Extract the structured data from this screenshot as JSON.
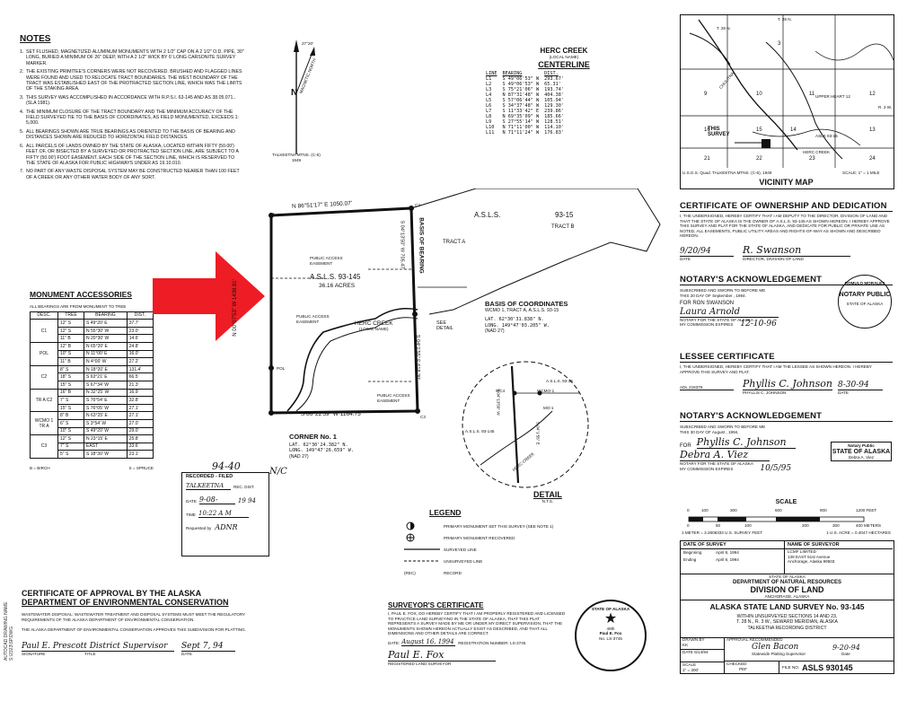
{
  "side_text": "AUTOCAD DRAWING NAME S:\\2323\\SP.DWG",
  "notes": {
    "title": "NOTES",
    "items": [
      {
        "n": "1.",
        "t": "SET FLUSHED, MAGNETIZED ALUMINUM MONUMENTS WITH 2 1/2\" CAP ON A 2 1/2\" O.D. PIPE, 30\" LONG, BURIED A MINIMUM OF 26\" DEEP, WITH A 2 1/2\" WICK BY 6' LONG CARSONITE SURVEY MARKER."
      },
      {
        "n": "2.",
        "t": "THE EXISTING PRIMITEE'S CORNERS WERE NOT RECOVERED. BRUSHED AND FLAGGED LINES WERE FOUND AND USED TO RELOCATE TRACT BOUNDARIES. THE WEST BOUNDARY OF THE TRACT WAS ESTABLISHED EAST OF THE PROTRACTED SECTION LINE, WHICH WAS THE LIMITS OF THE STAKING AREA."
      },
      {
        "n": "3.",
        "t": "THIS SURVEY WAS ACCOMPLISHED IN ACCORDANCE WITH R.P.S.I. 63-145 AND AS 38.05.071.. (SLA 1981)."
      },
      {
        "n": "4.",
        "t": "THE MINIMUM CLOSURE OF THE TRACT BOUNDARY AND THE MINIMUM ACCURACY OF THE FIELD SURVEYED TIE TO THE BASIS OF COORDINATES, AS FIELD MONUMENTED, EXCEEDS 1: 5,000."
      },
      {
        "n": "5.",
        "t": "ALL BEARINGS SHOWN ARE TRUE BEARINGS AS ORIENTED TO THE BASIS OF BEARING AND DISTANCES SHOWN ARE REDUCED TO HORIZONTAL FIELD DISTANCES."
      },
      {
        "n": "6.",
        "t": "ALL PARCELS OF LANDS OWNED BY THE STATE OF ALASKA, LOCATED WITHIN FIFTY (50.00') FEET OF, OR BISECTED BY A SURVEYED OR PROTRACTED SECTION LINE, ARE SUBJECT TO A FIFTY (50.00') FOOT EASEMENT, EACH SIDE OF THE SECTION LINE, WHICH IS RESERVED TO THE STATE OF ALASKA FOR PUBLIC HIGHWAYS UNDER AS 19.10.010."
      },
      {
        "n": "7.",
        "t": "NO PART OF ANY WASTE DISPOSAL SYSTEM MAY BE CONSTRUCTED NEARER THAN 100 FEET OF A CREEK OR ANY OTHER WATER BODY OF ANY SORT."
      }
    ]
  },
  "north": {
    "angle": "27°20'",
    "label": "MAGNETIC NORTH",
    "letter": "N",
    "source": "TALKEETNA MTNS. (C-6)",
    "year": "1949"
  },
  "centerline": {
    "title": "HERC CREEK",
    "sub": "(LOCAL NAME)",
    "heading": "CENTERLINE",
    "cols": [
      "LINE",
      "BEARING",
      "DIST."
    ],
    "rows": [
      [
        "L1",
        "S 49°06'53\" W",
        "293.67'"
      ],
      [
        "L2",
        "S 49°06'53\" W",
        "65.31'"
      ],
      [
        "L3",
        "S 75°21'06\" W",
        "193.74'"
      ],
      [
        "L4",
        "N 87°31'48\" W",
        "404.38'"
      ],
      [
        "L5",
        "S 57°06'44\" W",
        "105.94'"
      ],
      [
        "L6",
        "S 34°37'48\" W",
        "129.30'"
      ],
      [
        "L7",
        "S 11°33'42\" E",
        "239.86'"
      ],
      [
        "L8",
        "N 69°35'09\" W",
        "185.66'"
      ],
      [
        "L9",
        "S 27°55'14\" W",
        "128.51'"
      ],
      [
        "L10",
        "N 71°11'00\" W",
        "114.10'"
      ],
      [
        "L11",
        "N 71°11'24\" W",
        "176.83'"
      ]
    ]
  },
  "plat": {
    "north_line": "N 86°51'17\" E   1050.07'",
    "south_line": "S 86°22'59\" W   1164.75'",
    "west_line": "N 00°07'53\" W   1438.81'",
    "basis_label": "BASIS OF BEARING",
    "east_line_1": "S 04°13'50\" W  705.47'",
    "east_line_2": "S 04°1'55\" E  618.30'",
    "asls_main": "A.S.L.S. 93-145",
    "acres": "36.16 ACRES",
    "asls_right": "A.S.L.S.",
    "asls_right_no": "93-15",
    "tract_a": "TRACT A",
    "tract_b": "TRACT B",
    "creek": "HERC CREEK",
    "creek_sub": "(LOCAL NAME)",
    "easement1": "PUBLIC ACCESS EASEMENT",
    "easement2": "PUBLIC ACCESS EASEMENT",
    "easement3": "PUBLIC ACCESS EASEMENT",
    "see_detail": "SEE DETAIL",
    "pol": "POL",
    "c1": "C1",
    "c2": "C2",
    "c3": "C3"
  },
  "basis_coords": {
    "title": "BASIS OF COORDINATES",
    "line1": "WCMO 1, TRACT A, A.S.L.S. 93-15",
    "lat": "LAT.    62°30'31.838\" N.",
    "long": "LONG. 149°47'03.205\" W.",
    "nad": "(NAD 27)"
  },
  "corner": {
    "title": "CORNER No. 1",
    "lat": "LAT.      62°30'24.382\" N.",
    "long": "LONG. 149°47'26.659\" W.",
    "nad": "(NAD 27)"
  },
  "detail": {
    "title": "DETAIL",
    "nts": "N.T.S.",
    "asls": "A.S.L.S. 93-145",
    "asls2": "A.S.L.S. 93-15",
    "wcmo": "WCMO-1",
    "wc": "WC4",
    "mo": "MO-1",
    "creek": "HERC CREEK",
    "b1": "S 04°13'50\" W",
    "b2": "S 04°1'55\" E"
  },
  "monument": {
    "title": "MONUMENT ACCESSORIES",
    "sub": "ALL BEARINGS ARE FROM MONUMENT TO TREE",
    "cols": [
      "DESC.",
      "TREE",
      "BEARING",
      "DIST."
    ],
    "groups": [
      {
        "label": "C1",
        "rows": [
          [
            "12\" S",
            "S 49°20' E",
            "37.7'"
          ],
          [
            "12\" S",
            "N 55°30' W",
            "23.0'"
          ],
          [
            "11\" B",
            "N 20°30' W",
            "14.6'"
          ]
        ]
      },
      {
        "label": "POL",
        "rows": [
          [
            "12\" B",
            "N 65°20' E",
            "24.8'"
          ],
          [
            "10\" S",
            "N 11°00' E",
            "16.0'"
          ],
          [
            "11\" B",
            "N 4°00' W",
            "27.2'"
          ]
        ]
      },
      {
        "label": "C2",
        "rows": [
          [
            "8\" S",
            "N 18°20' E",
            "131.4'"
          ],
          [
            "18\" S",
            "S 63°21' E",
            "66.5'"
          ],
          [
            "15\" S",
            "S 67°34' W",
            "21.3'"
          ]
        ]
      },
      {
        "label": "TR A C2",
        "rows": [
          [
            "16\" B",
            "N 32°25' W",
            "16.9'"
          ],
          [
            "7\" S",
            "S 76°54' E",
            "32.8'"
          ],
          [
            "15\" S",
            "S 76°05' W",
            "27.1'"
          ]
        ]
      },
      {
        "label": "WCMO 1 TR A",
        "rows": [
          [
            "8\" B",
            "N 63°25' E",
            "27.1'"
          ],
          [
            "6\" S",
            "S 3°54' W",
            "27.0'"
          ],
          [
            "10\" S",
            "S 49°20' W",
            "29.0'"
          ]
        ]
      },
      {
        "label": "C3",
        "rows": [
          [
            "12\" S",
            "N 23°15' E",
            "25.8'"
          ],
          [
            "7\" S",
            "EAST",
            "33.6'"
          ],
          [
            "5\" S",
            "S 18°30' W",
            "23.1'"
          ]
        ]
      }
    ],
    "legend_b": "B = BIRCH",
    "legend_s": "S = SPRUCE"
  },
  "recorded": {
    "title": "RECORDED - FILED",
    "district": "TALKEETNA",
    "rec_dist": "REC. DIST.",
    "date_label": "DATE",
    "date_val": "9-08-",
    "year": "19 94",
    "time_label": "TIME",
    "time_val": "10:22 A M",
    "req_label": "Requested by",
    "req_val": "ADNR",
    "no": "94-40",
    "nc": "N/C"
  },
  "legend": {
    "title": "LEGEND",
    "items": [
      "PRIMARY MONUMENT SET THIS SURVEY (SEE NOTE 1)",
      "PRIMARY MONUMENT RECOVERED",
      "SURVEYED LINE",
      "UNSURVEYED LINE",
      "RECORD"
    ],
    "rec": "(REC)"
  },
  "dec": {
    "title1": "CERTIFICATE OF APPROVAL BY THE ALASKA",
    "title2": "DEPARTMENT OF ENVIRONMENTAL CONSERVATION",
    "body1": "WASTEWATER DISPOSAL: WASTEWATER TREATMENT AND DISPOSAL SYSTEMS MUST MEET THE REGULATORY REQUIREMENTS OF THE ALASKA DEPARTMENT OF ENVIRONMENTAL CONSERVATION.",
    "body2": "THE ALASKA DEPARTMENT OF ENVIRONMENTAL CONSERVATION APPROVES THIS SUBDIVISION FOR PLATTING.",
    "sig": "Paul E. Prescott  District Supervisor",
    "date": "Sept 7, 94",
    "labels": [
      "SIGNATURE",
      "TITLE",
      "DATE"
    ]
  },
  "surveyor": {
    "title": "SURVEYOR'S CERTIFICATE",
    "body": "I, PAUL E. FOX, DO HEREBY CERTIFY THAT I AM PROPERLY REGISTERED AND LICENSED TO PRACTICE LAND SURVEYING IN THE STATE OF ALASKA, THAT THIS PLAT REPRESENTS A SURVEY MADE BY ME OR UNDER MY DIRECT SUPERVISION, THAT THE MONUMENTS SHOWN HEREON ACTUALLY EXIST AS DESCRIBED, AND THAT ALL DIMENSIONS AND OTHER DETAILS ARE CORRECT.",
    "date_label": "DATE:",
    "date_val": "August 16, 1994",
    "reg_label": "REGISTRATION NUMBER: LS-3745",
    "sig": "Paul E. Fox",
    "role": "REGISTERED LAND SURVEYOR",
    "seal_name": "Paul E. Fox",
    "seal_no": "No. LS-3745",
    "seal_state": "STATE OF ALASKA",
    "seal_num": "49th"
  },
  "vicinity": {
    "title": "VICINITY MAP",
    "t28": "T. 28 N.",
    "t28b": "T. 28 N.",
    "r3": "R. 3 W.",
    "this_survey": "THIS SURVEY",
    "creek": "HERC CREEK",
    "heart": "UPPER HEART 12",
    "river": "CHULITNA",
    "asls": "ASLS 93-15",
    "sections": [
      "3",
      "9",
      "10",
      "11",
      "12",
      "16",
      "15",
      "14",
      "13",
      "21",
      "22",
      "23",
      "24"
    ],
    "source": "U.S.G.S. Quad. TALKEETNA MTNS. (C-6), 1949",
    "scale": "SCALE: 1\" = 1 MILE"
  },
  "ownership": {
    "title": "CERTIFICATE OF OWNERSHIP AND DEDICATION",
    "body": "I, THE UNDERSIGNED, HEREBY CERTIFY THAT I AM DEPUTY TO THE DIRECTOR, DIVISION OF LAND AND THAT THE STATE OF ALASKA IS THE OWNER OF A.S.L.S. 93-145 AS SHOWN HEREON. I HEREBY APPROVE THIS SURVEY AND PLAT FOR THE STATE OF ALASKA, AND DEDICATE FOR PUBLIC OR PRIVATE USE AS NOTED, ALL EASEMENTS, PUBLIC UTILITY AREAS AND RIGHTS-OF-WAY AS SHOWN AND DESCRIBED HEREON.",
    "date": "9/20/94",
    "sig": "R. Swanson",
    "l1": "DATE",
    "l2": "DIRECTOR, DIVISION OF LAND"
  },
  "notary1": {
    "title": "NOTARY'S ACKNOWLEDGEMENT",
    "l1": "SUBSCRIBED AND SWORN TO BEFORE ME",
    "l2": "THIS 20 DAY OF September , 1994.",
    "for": "FOR   RON SWANSON",
    "sig": "Laura Arnold",
    "public": "NOTARY FOR THE STATE OF ALASKA",
    "exp": "MY COMMISSION EXPIRES",
    "exp_date": "12-10-96",
    "seal": "ROMULO MORALES",
    "seal2": "NOTARY PUBLIC",
    "seal3": "STATE OF ALASKA"
  },
  "lessee": {
    "title": "LESSEE CERTIFICATE",
    "body": "I, THE UNDERSIGNED, HEREBY CERTIFY THAT I AM THE LESSEE AS SHOWN HEREON. I HEREBY APPROVE THIS SURVEY AND PLAT.",
    "adl": "ADL 218375",
    "name": "PHYLLIS C. JOHNSON",
    "sig": "Phyllis C. Johnson",
    "date": "8-30-94",
    "date_label": "DATE"
  },
  "notary2": {
    "title": "NOTARY'S ACKNOWLEDGEMENT",
    "l1": "SUBSCRIBED AND SWORN TO BEFORE ME",
    "l2": "THIS 30 DAY OF August , 1994.",
    "for": "FOR",
    "sig1": "Phyllis C. Johnson",
    "sig2": "Debra A. Viez",
    "public": "NOTARY FOR THE STATE OF ALASKA",
    "exp": "MY COMMISSION EXPIRES",
    "exp_date": "10/5/95",
    "stamp1": "Notary Public",
    "stamp2": "STATE OF ALASKA",
    "stamp3": "Debra A. Viez"
  },
  "scale": {
    "title": "SCALE",
    "ft": [
      "0",
      "100",
      "300",
      "600",
      "900",
      "1200 FEET"
    ],
    "m": [
      "0",
      "50",
      "100",
      "200",
      "300",
      "400 METERS"
    ],
    "conv1": "1 METER = 3.2808333 U.S. SURVEY FEET",
    "conv2": "1 U.S. ACRE = 0.4047 HECTARES"
  },
  "survey_dates": {
    "title": "DATE OF SURVEY",
    "b_label": "Beginning",
    "b_val": "April 8, 1994",
    "e_label": "Ending",
    "e_val": "April 8, 1994",
    "name_title": "NAME OF SURVEYOR",
    "n1": "LCMF LIMITED",
    "n2": "139 EAST 51st Avenue",
    "n3": "Anchorage, Alaska 99503"
  },
  "state_block": {
    "l1": "STATE OF ALASKA",
    "l2": "DEPARTMENT OF NATURAL RESOURCES",
    "l3": "DIVISION OF LAND",
    "l4": "ANCHORAGE, ALASKA"
  },
  "title_block": {
    "title": "ALASKA STATE LAND SURVEY No. 93-145",
    "l1": "WITHIN UNSURVEYED SECTIONS 14 AND 23,",
    "l2": "T. 28 N., R. 3 W., SEWARD MERIDIAN, ALASKA",
    "l3": "TALKEETNA RECORDING DISTRICT"
  },
  "drawn": {
    "drawn_label": "DRAWN BY",
    "drawn_val": "KK",
    "date_label": "DATE",
    "date_val": "6/14/94",
    "scale_label": "SCALE",
    "scale_val": "1\" = 300'",
    "appr_label": "APPROVAL RECOMMENDED",
    "appr_sig": "Glen Bacon",
    "appr_date": "9-20-94",
    "appr_role": "Statewide Platting Supervisor",
    "appr_dl": "Date",
    "checked_label": "CHECKED",
    "checked_val": "PEF",
    "file_label": "FILE NO.",
    "file_val": "ASLS 930145"
  }
}
